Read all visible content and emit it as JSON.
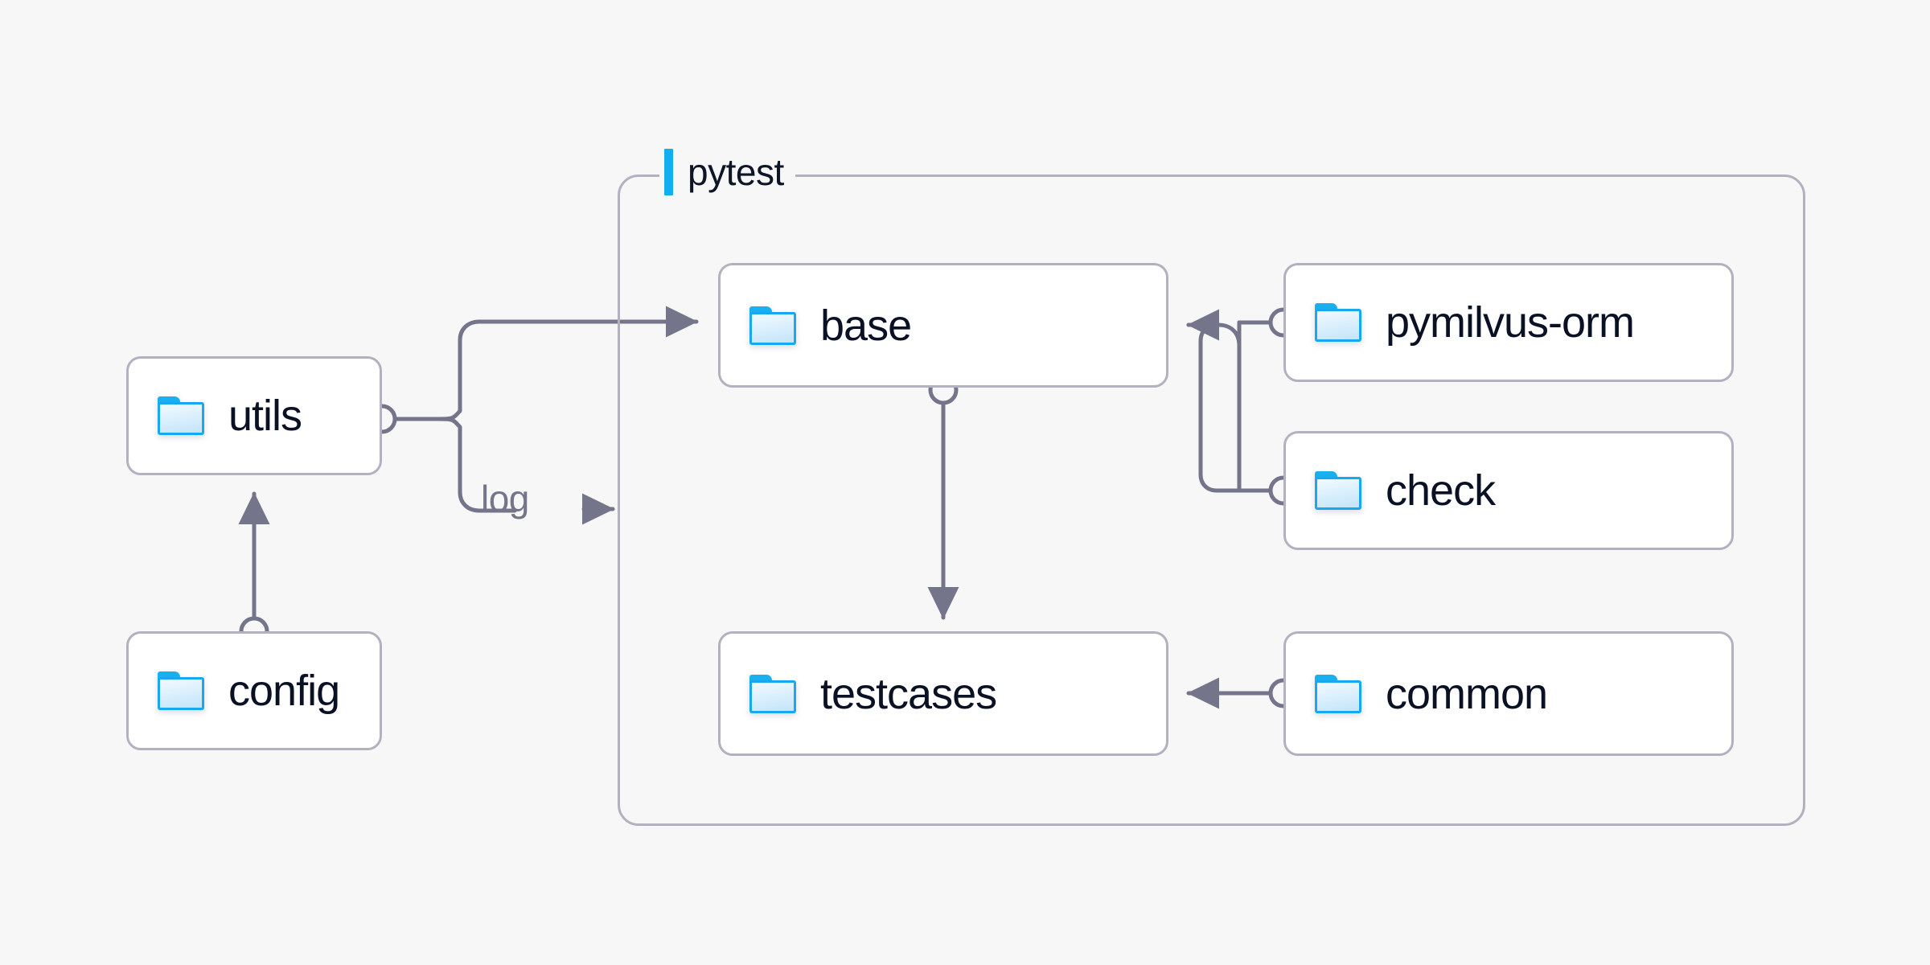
{
  "background_color": "#f7f7f8",
  "group": {
    "title": "pytest",
    "accent_color": "#12aeef",
    "border_color": "#b3b1bf"
  },
  "theme": {
    "node_border": "#b3b1bf",
    "node_fill": "#ffffff",
    "label_color": "#0b1124",
    "wire_color": "#74748a",
    "folder_outline": "#18a8f0",
    "folder_tab": "#18b0ef",
    "edge_label_color": "#74748a"
  },
  "nodes": [
    {
      "id": "utils",
      "label": "utils",
      "icon": "folder-icon"
    },
    {
      "id": "config",
      "label": "config",
      "icon": "folder-icon"
    },
    {
      "id": "base",
      "label": "base",
      "icon": "folder-icon"
    },
    {
      "id": "testcases",
      "label": "testcases",
      "icon": "folder-icon"
    },
    {
      "id": "pymilvus-orm",
      "label": "pymilvus-orm",
      "icon": "folder-icon"
    },
    {
      "id": "check",
      "label": "check",
      "icon": "folder-icon"
    },
    {
      "id": "common",
      "label": "common",
      "icon": "folder-icon"
    }
  ],
  "edges": [
    {
      "from": "utils",
      "to": "base",
      "label": "",
      "arrow": true
    },
    {
      "from": "utils",
      "to": "log",
      "label": "log",
      "arrow": true
    },
    {
      "from": "config",
      "to": "utils",
      "label": "",
      "arrow": true
    },
    {
      "from": "base",
      "to": "testcases",
      "label": "",
      "arrow": true
    },
    {
      "from": "pymilvus-orm",
      "to": "base",
      "label": "",
      "arrow": true
    },
    {
      "from": "check",
      "to": "base",
      "label": "",
      "arrow": true
    },
    {
      "from": "common",
      "to": "testcases",
      "label": "",
      "arrow": true
    }
  ],
  "edge_labels": {
    "log": "log",
    "log_arrow_glyph": "→"
  }
}
